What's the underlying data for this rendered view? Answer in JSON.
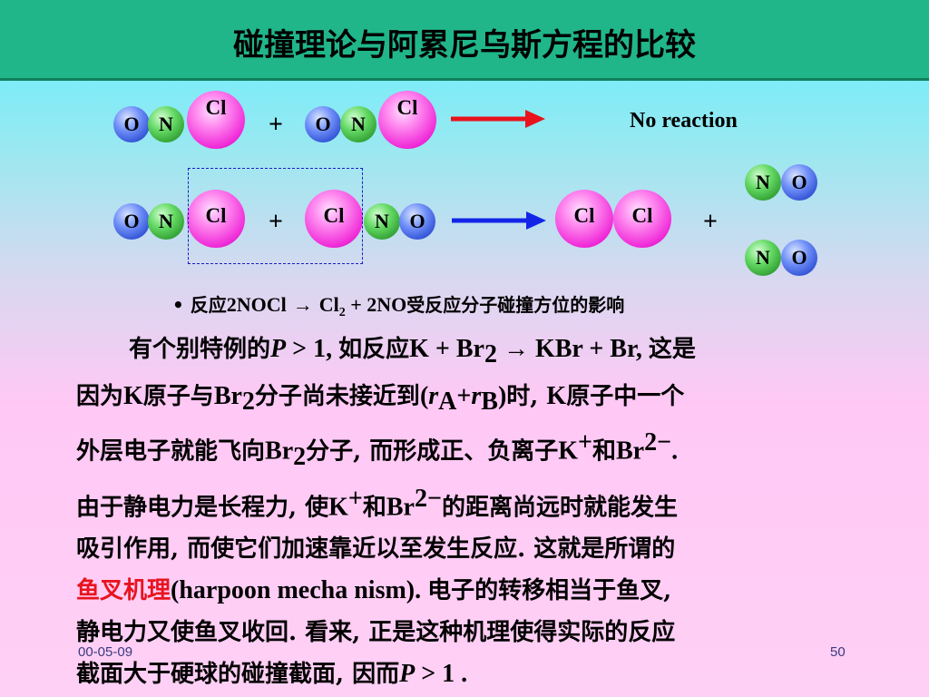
{
  "title": "碰撞理论与阿累尼乌斯方程的比较",
  "diagram": {
    "row1": {
      "m1": {
        "o": "O",
        "n": "N",
        "cl": "Cl"
      },
      "plus": "+",
      "m2": {
        "o": "O",
        "n": "N",
        "cl": "Cl"
      },
      "result": "No reaction",
      "arrow_color": "#e8131d"
    },
    "row2": {
      "m1": {
        "o": "O",
        "n": "N",
        "cl": "Cl"
      },
      "plus1": "+",
      "m2": {
        "cl": "Cl",
        "n": "N",
        "o": "O"
      },
      "product_cl1": "Cl",
      "product_cl2": "Cl",
      "plus2": "+",
      "no_top": {
        "n": "N",
        "o": "O"
      },
      "no_bottom": {
        "n": "N",
        "o": "O"
      },
      "arrow_color": "#1326e8"
    }
  },
  "bullet": {
    "mark": "•",
    "pre": "反应",
    "eq1": "2NOCl",
    "arrow": "→",
    "cl": "Cl",
    "cl_sub": "2",
    "eq2": " + 2NO",
    "post": "受反应分子碰撞方位的影响"
  },
  "paragraph": {
    "l1a": "有个别特例的",
    "l1b": "P",
    "l1c": " > 1, ",
    "l1d": "如反应",
    "l1e": "K + Br",
    "l1f": "2",
    "l1g": " → KBr + Br, ",
    "l1h": "这是",
    "l2a": "因为",
    "l2b": "K",
    "l2c": "原子与",
    "l2d": "Br",
    "l2e": "2",
    "l2f": "分子尚未接近到",
    "l2g": "(",
    "l2h": "r",
    "l2i": "A",
    "l2j": "+",
    "l2k": "r",
    "l2l": "B",
    "l2m": ")",
    "l2n": "时, ",
    "l2o": "K",
    "l2p": "原子中一个",
    "l3a": "外层电子就能飞向",
    "l3b": "Br",
    "l3c": "2",
    "l3d": "分子, 而形成正、负离子",
    "l3e": "K",
    "l3f": "+",
    "l3g": "和",
    "l3h": "Br",
    "l3i": "2−",
    "l3j": ".",
    "l4a": "由于静电力是长程力, 使",
    "l4b": "K",
    "l4c": "+",
    "l4d": "和",
    "l4e": "Br",
    "l4f": "2−",
    "l4g": "的距离尚远时就能发生",
    "l5": "吸引作用, 而使它们加速靠近以至发生反应. 这就是所谓的",
    "l6a": "鱼叉机理",
    "l6b": "(harpoon mecha nism). ",
    "l6c": "电子的转移相当于鱼叉,",
    "l7": "静电力又使鱼叉收回. 看来, 正是这种机理使得实际的反应",
    "l8a": "截面大于硬球的碰撞截面, 因而",
    "l8b": "P",
    "l8c": " > 1 ."
  },
  "footer": {
    "date": "00-05-09",
    "page": "50"
  }
}
